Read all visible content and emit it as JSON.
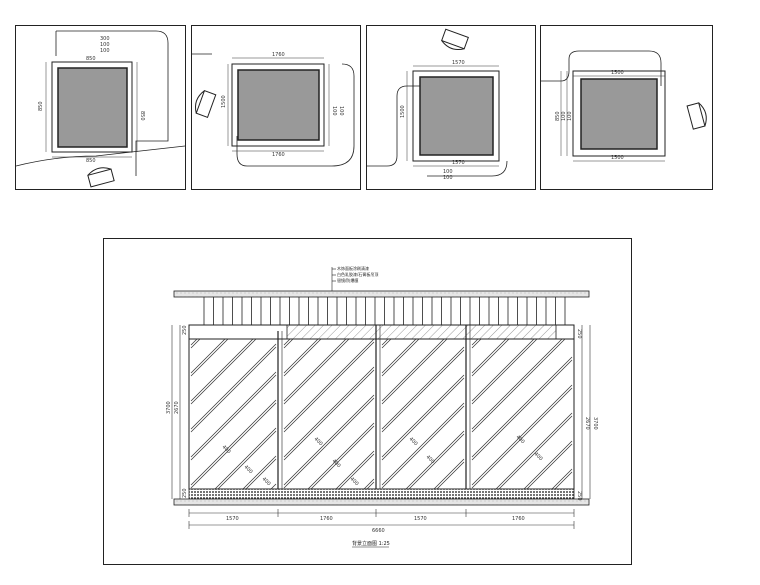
{
  "plans": [
    {
      "id": "plan-1",
      "labels": [
        "300",
        "100",
        "100",
        "850",
        "850",
        "850",
        "850"
      ]
    },
    {
      "id": "plan-2",
      "labels": [
        "1760",
        "1760",
        "1500",
        "100",
        "100"
      ]
    },
    {
      "id": "plan-3",
      "labels": [
        "1570",
        "1570",
        "1500",
        "100",
        "100"
      ]
    },
    {
      "id": "plan-4",
      "labels": [
        "1500",
        "1500",
        "850",
        "100",
        "100"
      ]
    }
  ],
  "elevation": {
    "caption": "背景立面图 1:25",
    "notes": [
      "木饰面板涂刷清漆",
      "白色乳胶漆/石膏板吊顶",
      "银镜/防爆膜"
    ],
    "bottom_dims": [
      "1570",
      "1760",
      "1570",
      "1760"
    ],
    "total_dim": "6660",
    "left_dims": [
      "3700",
      "2670",
      "250",
      "250"
    ],
    "right_dims": [
      "3700",
      "2670",
      "250",
      "250"
    ],
    "panel_dims": [
      "400",
      "400",
      "400",
      "400",
      "400",
      "400",
      "400",
      "400",
      "400",
      "400"
    ]
  }
}
